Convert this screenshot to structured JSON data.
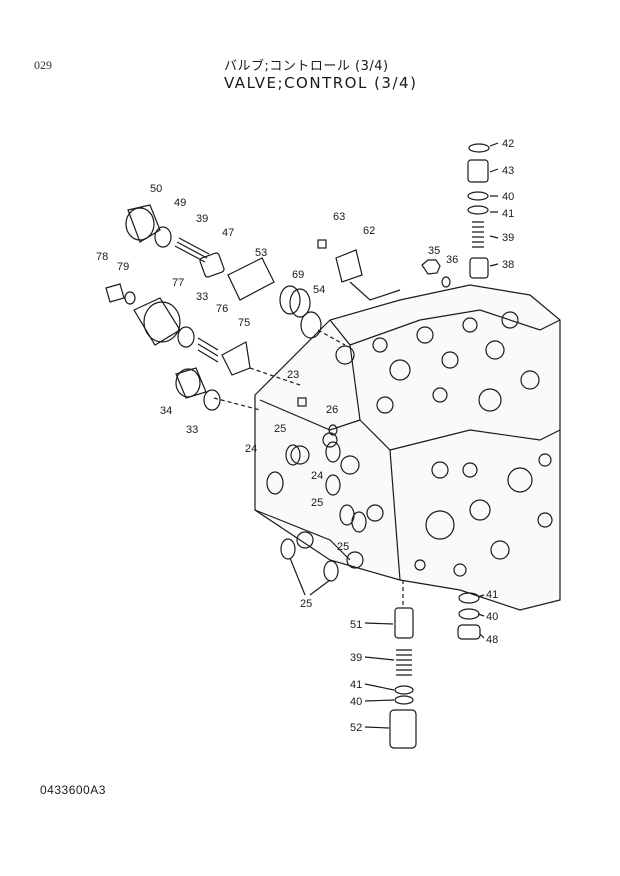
{
  "page_number": "029",
  "title_jp": "バルブ;コントロール (3/4)",
  "title_en": "VALVE;CONTROL (3/4)",
  "drawing_number": "0433600A3",
  "callouts": [
    {
      "id": "c42",
      "text": "42"
    },
    {
      "id": "c43",
      "text": "43"
    },
    {
      "id": "c40a",
      "text": "40"
    },
    {
      "id": "c41a",
      "text": "41"
    },
    {
      "id": "c39a",
      "text": "39"
    },
    {
      "id": "c38",
      "text": "38"
    },
    {
      "id": "c35",
      "text": "35"
    },
    {
      "id": "c36",
      "text": "36"
    },
    {
      "id": "c63",
      "text": "63"
    },
    {
      "id": "c62",
      "text": "62"
    },
    {
      "id": "c50",
      "text": "50"
    },
    {
      "id": "c49",
      "text": "49"
    },
    {
      "id": "c39b",
      "text": "39"
    },
    {
      "id": "c47",
      "text": "47"
    },
    {
      "id": "c53",
      "text": "53"
    },
    {
      "id": "c69",
      "text": "69"
    },
    {
      "id": "c54",
      "text": "54"
    },
    {
      "id": "c78",
      "text": "78"
    },
    {
      "id": "c79",
      "text": "79"
    },
    {
      "id": "c77",
      "text": "77"
    },
    {
      "id": "c33a",
      "text": "33"
    },
    {
      "id": "c76",
      "text": "76"
    },
    {
      "id": "c75",
      "text": "75"
    },
    {
      "id": "c34",
      "text": "34"
    },
    {
      "id": "c33b",
      "text": "33"
    },
    {
      "id": "c23",
      "text": "23"
    },
    {
      "id": "c26",
      "text": "26"
    },
    {
      "id": "c25a",
      "text": "25"
    },
    {
      "id": "c24a",
      "text": "24"
    },
    {
      "id": "c24b",
      "text": "24"
    },
    {
      "id": "c25b",
      "text": "25"
    },
    {
      "id": "c25c",
      "text": "25"
    },
    {
      "id": "c25d",
      "text": "25"
    },
    {
      "id": "c41b",
      "text": "41"
    },
    {
      "id": "c40b",
      "text": "40"
    },
    {
      "id": "c48",
      "text": "48"
    },
    {
      "id": "c51",
      "text": "51"
    },
    {
      "id": "c39c",
      "text": "39"
    },
    {
      "id": "c41c",
      "text": "41"
    },
    {
      "id": "c40c",
      "text": "40"
    },
    {
      "id": "c52",
      "text": "52"
    }
  ]
}
